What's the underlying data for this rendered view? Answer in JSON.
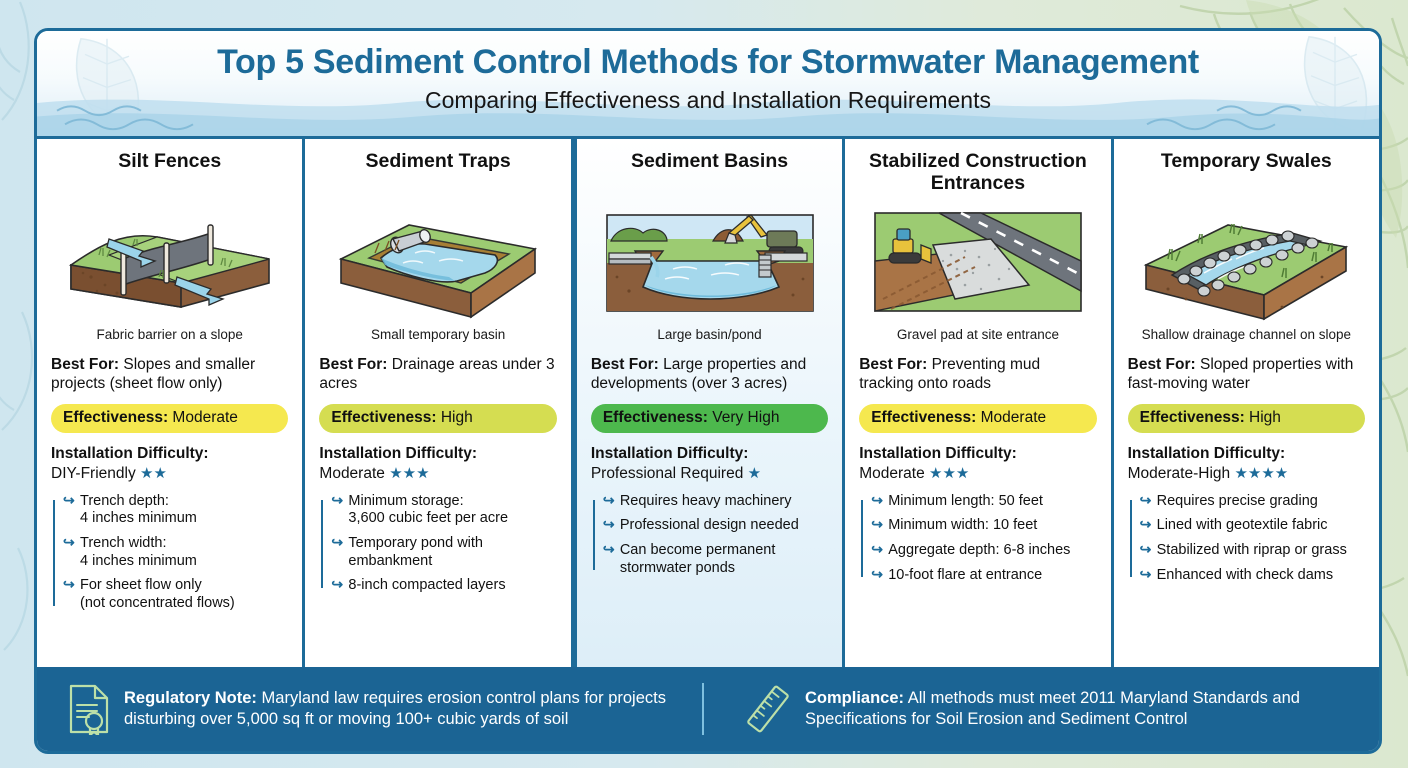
{
  "header": {
    "title": "Top 5 Sediment Control Methods for Stormwater Management",
    "subtitle": "Comparing Effectiveness and Installation Requirements"
  },
  "colors": {
    "brand_blue": "#1d6b99",
    "footer_blue": "#1b6494",
    "page_background": "#cfe6ef",
    "badge_moderate": "#f5e84f",
    "badge_high": "#d5dd51",
    "badge_very_high": "#4db84d",
    "star": "#1d6b99"
  },
  "columns": [
    {
      "title": "Silt Fences",
      "illustration": "silt-fence-illustration",
      "caption": "Fabric barrier on a slope",
      "best_for_label": "Best For:",
      "best_for": "Slopes and smaller projects (sheet flow only)",
      "effectiveness_label": "Effectiveness:",
      "effectiveness": "Moderate",
      "effectiveness_color": "#f5e84f",
      "difficulty_label": "Installation Difficulty:",
      "difficulty": "DIY-Friendly",
      "stars": 2,
      "stars_glyphs": "★★",
      "featured": false,
      "details": [
        "Trench depth:\n4 inches minimum",
        "Trench width:\n4 inches minimum",
        "For sheet flow only\n(not concentrated flows)"
      ]
    },
    {
      "title": "Sediment Traps",
      "illustration": "sediment-trap-illustration",
      "caption": "Small temporary basin",
      "best_for_label": "Best For:",
      "best_for": "Drainage areas under 3 acres",
      "effectiveness_label": "Effectiveness:",
      "effectiveness": "High",
      "effectiveness_color": "#d5dd51",
      "difficulty_label": "Installation Difficulty:",
      "difficulty": "Moderate",
      "stars": 3,
      "stars_glyphs": "★★★",
      "featured": false,
      "details": [
        "Minimum storage:\n3,600 cubic feet per acre",
        "Temporary pond with embankment",
        "8-inch compacted layers"
      ]
    },
    {
      "title": "Sediment Basins",
      "illustration": "sediment-basin-illustration",
      "caption": "Large basin/pond",
      "best_for_label": "Best For:",
      "best_for": "Large properties and developments (over 3 acres)",
      "effectiveness_label": "Effectiveness:",
      "effectiveness": "Very High",
      "effectiveness_color": "#4db84d",
      "difficulty_label": "Installation Difficulty:",
      "difficulty": "Professional Required",
      "stars": 1,
      "stars_glyphs": "★",
      "featured": true,
      "details": [
        "Requires heavy machinery",
        "Professional design needed",
        "Can become permanent stormwater ponds"
      ]
    },
    {
      "title": "Stabilized Construction Entrances",
      "illustration": "construction-entrance-illustration",
      "caption": "Gravel pad at site entrance",
      "best_for_label": "Best For:",
      "best_for": "Preventing mud tracking onto roads",
      "effectiveness_label": "Effectiveness:",
      "effectiveness": "Moderate",
      "effectiveness_color": "#f5e84f",
      "difficulty_label": "Installation Difficulty:",
      "difficulty": "Moderate",
      "stars": 3,
      "stars_glyphs": "★★★",
      "featured": false,
      "details": [
        "Minimum length: 50 feet",
        "Minimum width: 10 feet",
        "Aggregate depth: 6-8 inches",
        "10-foot flare at entrance"
      ]
    },
    {
      "title": "Temporary Swales",
      "illustration": "temporary-swale-illustration",
      "caption": "Shallow drainage channel on slope",
      "best_for_label": "Best For:",
      "best_for": "Sloped properties with fast-moving water",
      "effectiveness_label": "Effectiveness:",
      "effectiveness": "High",
      "effectiveness_color": "#d5dd51",
      "difficulty_label": "Installation Difficulty:",
      "difficulty": "Moderate-High",
      "stars": 4,
      "stars_glyphs": "★★★★",
      "featured": false,
      "details": [
        "Requires precise grading",
        "Lined with geotextile fabric",
        "Stabilized with riprap or grass",
        "Enhanced with check dams"
      ]
    }
  ],
  "footer": {
    "left": {
      "icon": "document-seal-icon",
      "label": "Regulatory Note:",
      "text": "Maryland law requires erosion control plans for projects disturbing over 5,000 sq ft or moving 100+ cubic yards of soil"
    },
    "right": {
      "icon": "ruler-icon",
      "label": "Compliance:",
      "text": "All methods must meet 2011 Maryland Standards and Specifications for Soil Erosion and Sediment Control"
    }
  }
}
